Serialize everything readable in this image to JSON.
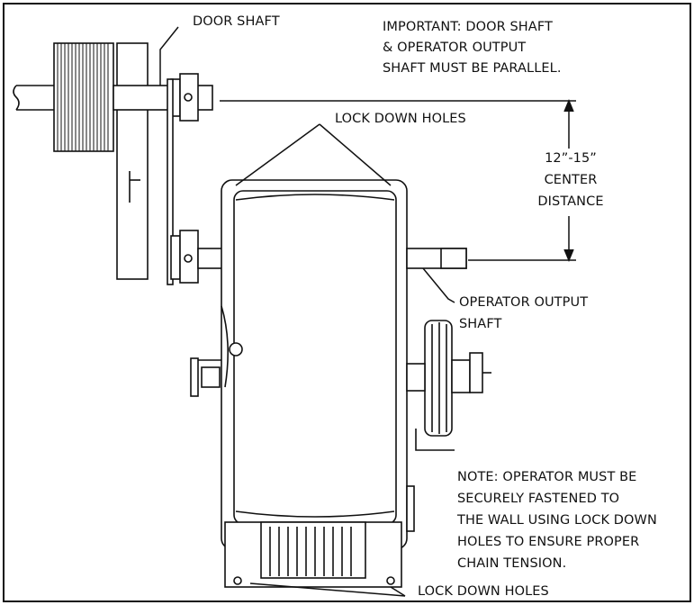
{
  "labels": {
    "door_shaft": "DOOR SHAFT",
    "important_note": [
      "IMPORTANT: DOOR SHAFT",
      "& OPERATOR OUTPUT",
      "SHAFT MUST BE PARALLEL."
    ],
    "lock_down_holes_top": "LOCK DOWN HOLES",
    "center_distance": [
      "12”-15”",
      "CENTER",
      "DISTANCE"
    ],
    "operator_output_shaft": [
      "OPERATOR OUTPUT",
      "SHAFT"
    ],
    "fasten_note": [
      "NOTE: OPERATOR MUST BE",
      "SECURELY FASTENED TO",
      "THE WALL USING LOCK DOWN",
      "HOLES TO ENSURE PROPER",
      "CHAIN TENSION."
    ],
    "lock_down_holes_bottom": "LOCK DOWN HOLES"
  },
  "colors": {
    "line": "#111111",
    "frame": "#111111"
  }
}
